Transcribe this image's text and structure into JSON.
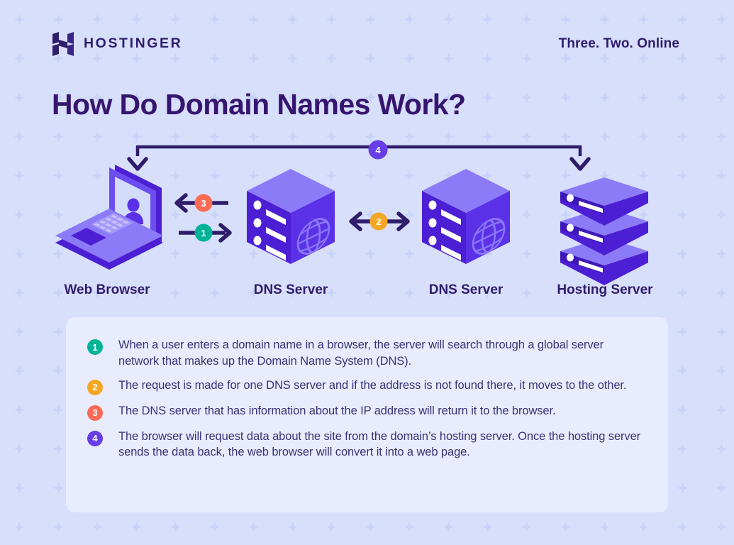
{
  "header": {
    "logo_text": "HOSTINGER",
    "logo_icon": "hostinger-h-logo",
    "tagline": "Three. Two. Online"
  },
  "title": "How Do Domain Names Work?",
  "diagram": {
    "nodes": [
      {
        "id": "web-browser",
        "label": "Web Browser",
        "icon": "laptop-with-user-icon"
      },
      {
        "id": "dns-server-1",
        "label": "DNS Server",
        "icon": "server-cube-globe-icon"
      },
      {
        "id": "dns-server-2",
        "label": "DNS Server",
        "icon": "server-cube-globe-icon"
      },
      {
        "id": "hosting-server",
        "label": "Hosting Server",
        "icon": "stacked-servers-icon"
      }
    ],
    "connectors": [
      {
        "badge": "1",
        "color": "#00b397",
        "direction": "right",
        "from": "web-browser",
        "to": "dns-server-1"
      },
      {
        "badge": "2",
        "color": "#f5a623",
        "direction": "both",
        "from": "dns-server-1",
        "to": "dns-server-2"
      },
      {
        "badge": "3",
        "color": "#fa6a55",
        "direction": "left",
        "from": "dns-server-1",
        "to": "web-browser"
      },
      {
        "badge": "4",
        "color": "#673de6",
        "direction": "bracket",
        "from": "web-browser",
        "to": "hosting-server"
      }
    ]
  },
  "legend": {
    "items": [
      {
        "badge": "1",
        "color": "#00b397",
        "text": "When a user enters a domain name in a browser, the server will search through a global server network that makes up the Domain Name System (DNS)."
      },
      {
        "badge": "2",
        "color": "#f5a623",
        "text": "The request is made for one DNS server and if the address is not found there, it moves to the other."
      },
      {
        "badge": "3",
        "color": "#fa6a55",
        "text": "The DNS server that has information about the IP address will return it to the browser."
      },
      {
        "badge": "4",
        "color": "#673de6",
        "text": "The browser will request data about the site from the domain’s hosting server. Once the hosting server sends the data back, the web browser will convert it into a web page."
      }
    ]
  },
  "colors": {
    "background": "#d7dffb",
    "card": "#e8ecfc",
    "ink": "#2f1c6a",
    "body_text": "#3c3277",
    "arrow": "#2f1c6a",
    "violet_light": "#8c7bf7",
    "violet_mid": "#6c4ef0",
    "violet_dark": "#4d1fd4",
    "screen": "#d7dffb"
  }
}
